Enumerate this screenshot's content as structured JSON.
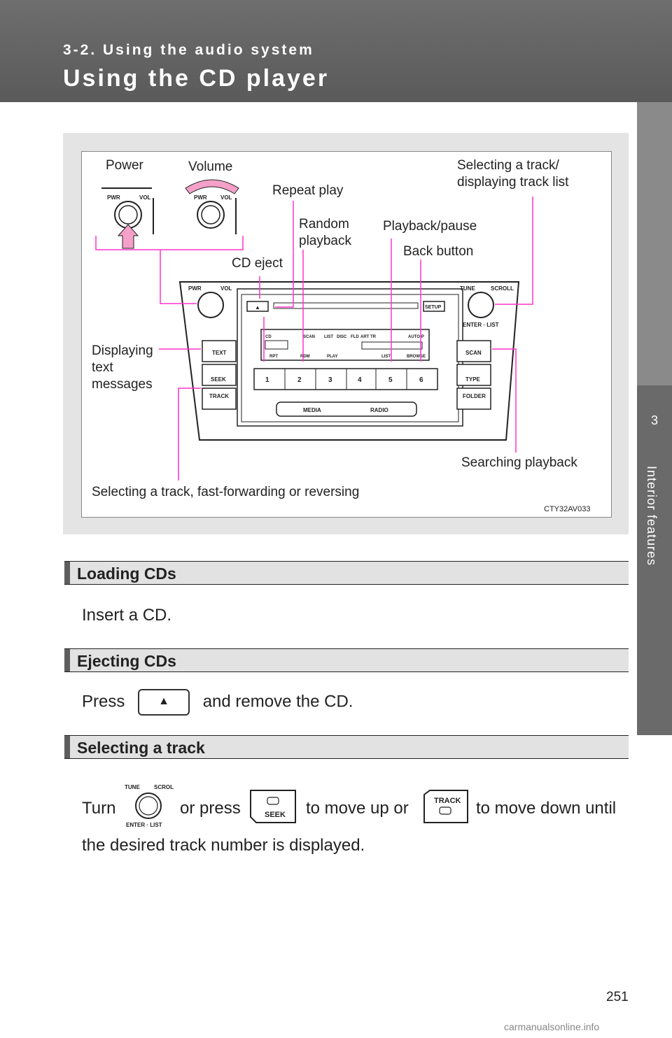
{
  "header": {
    "section_label": "3-2. Using the audio system",
    "page_title": "Using the CD player"
  },
  "side_tab": {
    "chapter_number": "3",
    "chapter_name": "Interior features"
  },
  "figure": {
    "callouts": {
      "power": "Power",
      "volume": "Volume",
      "repeat_play": "Repeat play",
      "selecting_track_line1": "Selecting a track/",
      "selecting_track_line2": "displaying track list",
      "random_line1": "Random",
      "random_line2": "playback",
      "playback_pause": "Playback/pause",
      "back_button": "Back button",
      "cd_eject": "CD eject",
      "displaying_line1": "Displaying",
      "displaying_line2": "text",
      "displaying_line3": "messages",
      "searching_playback": "Searching playback",
      "selecting_fast": "Selecting a track, fast-forwarding or reversing"
    },
    "figure_code": "CTY32AV033",
    "unit_labels": {
      "pwr": "PWR",
      "vol": "VOL",
      "tune": "TUNE",
      "scroll": "SCROLL",
      "enter_list": "ENTER · LIST",
      "setup": "SETUP",
      "text": "TEXT",
      "seek": "SEEK",
      "track": "TRACK",
      "scan": "SCAN",
      "type": "TYPE",
      "folder": "FOLDER",
      "media": "MEDIA",
      "radio": "RADIO",
      "preset_1": "1",
      "preset_2": "2",
      "preset_3": "3",
      "preset_4": "4",
      "preset_5": "5",
      "preset_6": "6",
      "display_cd": "CD",
      "display_scan": "SCAN",
      "display_list": "LIST",
      "display_disc": "DISC",
      "display_fld": "FLD",
      "display_art": "ART",
      "display_tr": "TR",
      "display_auto_p": "AUTO-P",
      "display_rpt": "RPT",
      "display_rdm": "RDM",
      "display_play": "PLAY",
      "display_list2": "LIST",
      "display_browse": "BROWSE"
    },
    "accent_color": "#ff33cc"
  },
  "sections": [
    {
      "heading": "Loading CDs",
      "text": "Insert a CD."
    },
    {
      "heading": "Ejecting CDs",
      "text_before": "Press",
      "text_after": "and remove the CD."
    },
    {
      "heading": "Selecting a track",
      "turn": "Turn",
      "or_press": "or press",
      "to_move_up_or": "to move up or",
      "to_move_down_until": "to move down until",
      "line2": "the desired track number is displayed.",
      "inline_tune": "TUNE",
      "inline_scroll": "SCROLL",
      "inline_enter_list": "ENTER · LIST",
      "inline_seek": "SEEK",
      "inline_track": "TRACK"
    }
  ],
  "page_number": "251",
  "watermark": "carmanualsonline.info"
}
